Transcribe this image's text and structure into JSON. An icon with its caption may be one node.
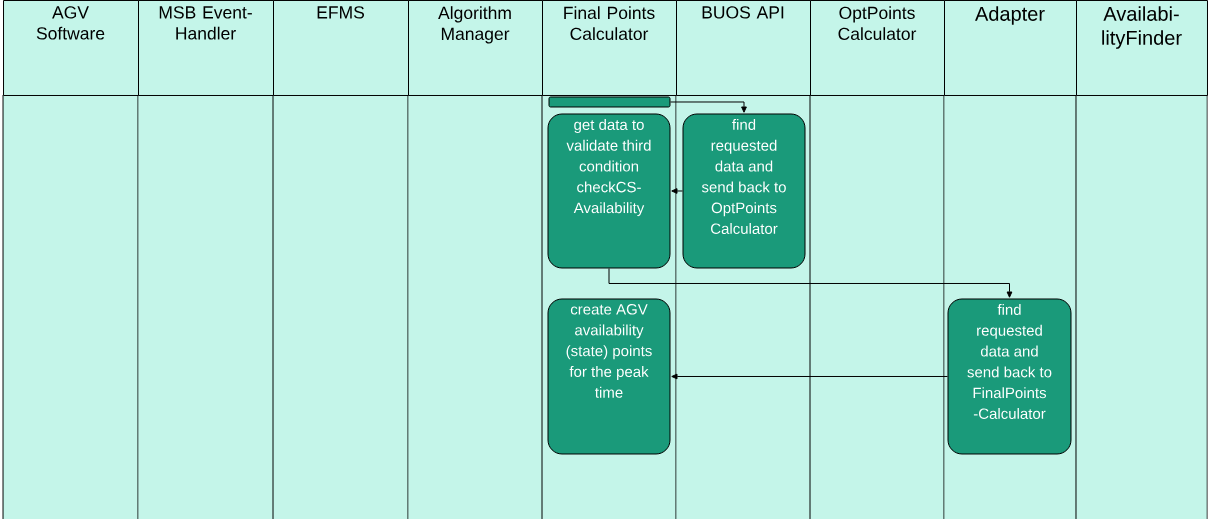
{
  "diagram": {
    "nodes": [
      {
        "text": [
          "AGV Software"
        ]
      },
      {
        "text": [
          "MSB Event-Handler"
        ]
      },
      {
        "text": [
          "EFMS"
        ]
      },
      {
        "text": [
          "Algorithm Manager"
        ]
      },
      {
        "text": [
          "Final Points Calculator"
        ]
      },
      {
        "text": [
          "BUOS API"
        ]
      },
      {
        "text": [
          "OptPoints Calculator"
        ]
      },
      {
        "text": [
          "Adapter"
        ]
      },
      {
        "text": [
          "Availabi-lityFinder"
        ]
      },
      {
        "text": [],
        "shape": "bar"
      },
      {
        "text": [
          "get data to validate third condition checkCS-Availability"
        ]
      },
      {
        "text": [
          "find requested data and send back to OptPoints Calculator"
        ]
      },
      {
        "text": [
          "create AGV availability (state) points for the peak time"
        ]
      },
      {
        "text": [
          "find requested data and send back to FinalPoints -Calculator"
        ]
      }
    ],
    "edges": [
      {
        "from": 9,
        "to": 11,
        "arrow": "to"
      },
      {
        "from": 11,
        "to": 10,
        "arrow": "to"
      },
      {
        "from": 10,
        "to": 13,
        "arrow": "to"
      },
      {
        "from": 13,
        "to": 12,
        "arrow": "to"
      }
    ]
  }
}
